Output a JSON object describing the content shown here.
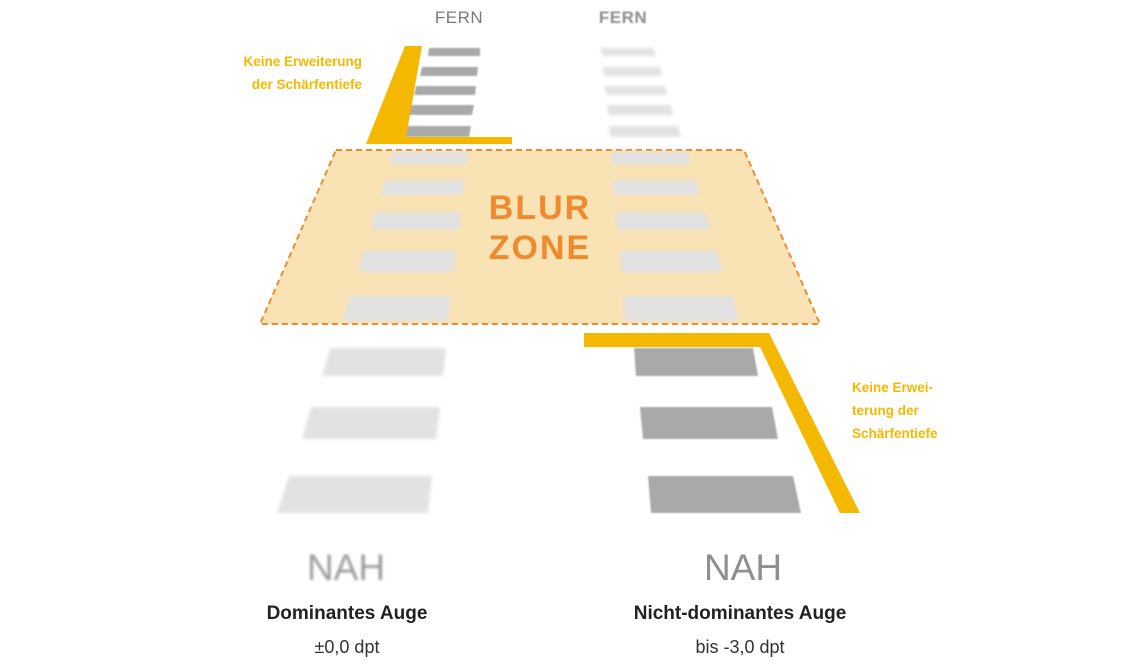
{
  "labels": {
    "left_far": "FERN",
    "right_far": "FERN",
    "left_near": "NAH",
    "right_near": "NAH",
    "blur_zone_line1": "BLUR",
    "blur_zone_line2": "ZONE"
  },
  "left_eye": {
    "title": "Dominantes Auge",
    "power": "±0,0 dpt",
    "note_lines": [
      "Keine Erweiterung",
      "der Schärfentiefe"
    ]
  },
  "right_eye": {
    "title": "Nicht-dominantes Auge",
    "power": "bis -3,0 dpt",
    "note_lines": [
      "Keine Erwei-",
      "terung der",
      "Schärfentiefe"
    ]
  },
  "colors": {
    "accent_yellow": "#f5b800",
    "blur_fill": "#f9e2b4",
    "blur_border": "#ef8a2e",
    "blur_text": "#ef8a2e",
    "bar_sharp": "#a9a9a9",
    "bar_blurred": "#e2e2e2"
  }
}
